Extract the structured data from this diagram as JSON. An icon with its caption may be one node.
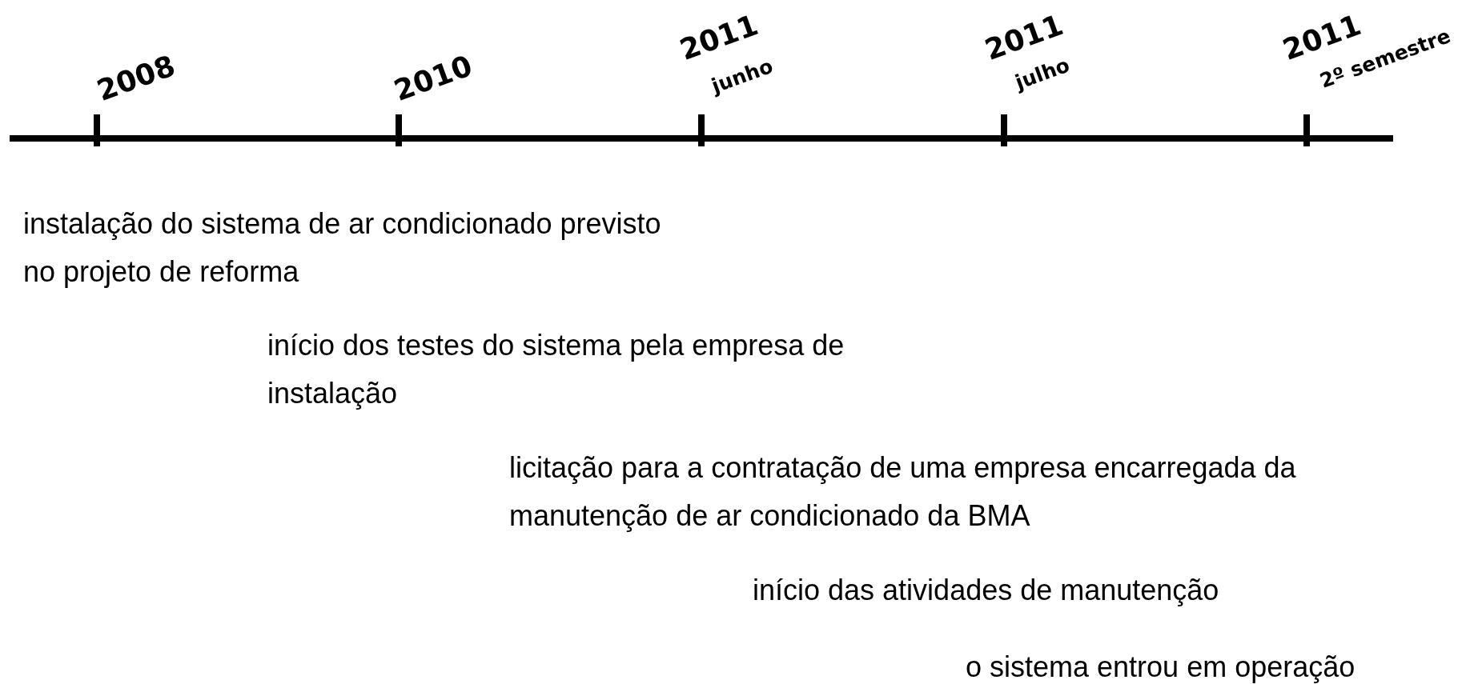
{
  "diagram": {
    "labels": [
      "2008",
      "2010",
      "2011",
      "junho",
      "2011",
      "julho",
      "2011",
      "2º semestre",
      "instalação do sistema de ar condicionado previsto no projeto de reforma",
      "início dos testes do sistema pela empresa de instalação",
      "licitação para a contratação de uma empresa encarregada da manutenção de ar condicionado da BMA",
      "início das atividades de manutenção",
      "o sistema entrou em operação"
    ]
  }
}
